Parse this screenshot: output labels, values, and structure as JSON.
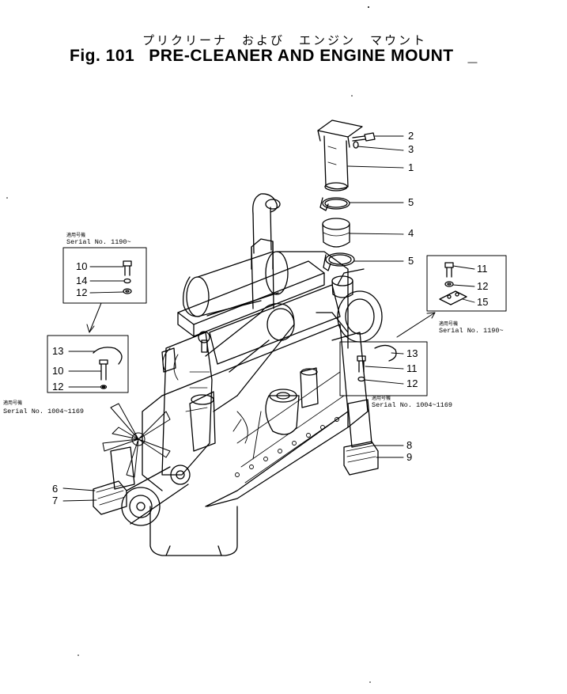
{
  "title": {
    "jp": "プリクリーナ　および　エンジン　マウント",
    "fig": "Fig. 101",
    "en": "PRE-CLEANER AND ENGINE MOUNT",
    "suffix": "_"
  },
  "callouts": {
    "c2": "2",
    "c3": "3",
    "c1": "1",
    "c5a": "5",
    "c4": "4",
    "c5b": "5",
    "r11a": "11",
    "r12a": "12",
    "r15": "15",
    "r13": "13",
    "r11b": "11",
    "r12b": "12",
    "r8": "8",
    "r9": "9",
    "l10a": "10",
    "l14": "14",
    "l12a": "12",
    "l13": "13",
    "l10b": "10",
    "l12b": "12",
    "l6": "6",
    "l7": "7"
  },
  "serial_boxes": {
    "top_left": {
      "jp": "適用号機",
      "serial": "Serial No. 1190~"
    },
    "mid_left": {
      "jp": "適用号機",
      "serial": "Serial No. 1004~1169"
    },
    "top_right": {
      "jp": "適用号機",
      "serial": "Serial No. 1190~"
    },
    "mid_right": {
      "jp": "適用号機",
      "serial": "Serial No. 1004~1169"
    }
  }
}
